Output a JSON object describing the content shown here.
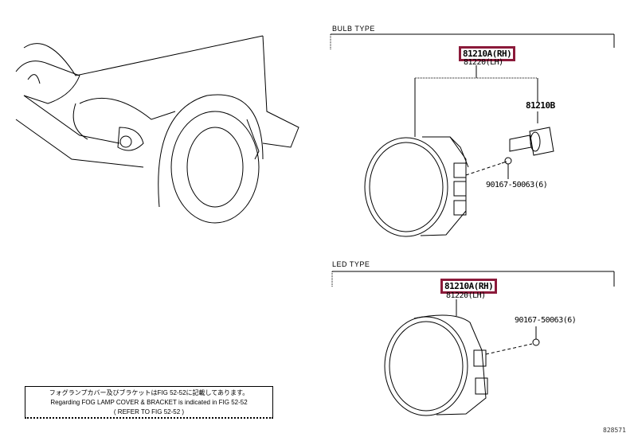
{
  "bulb_section": {
    "title": "BULB TYPE",
    "part_rh": "81210A(RH)",
    "part_lh": "81220(LH)",
    "bulb_part": "81210B",
    "screw_part": "90167-50063(6)"
  },
  "led_section": {
    "title": "LED TYPE",
    "part_rh": "81210A(RH)",
    "part_lh": "81220(LH)",
    "screw_part": "90167-50063(6)"
  },
  "note": {
    "line_jp": "フォグランプカバー及びブラケットはFIG 52-52に記載してあります。",
    "line_en": "Regarding FOG LAMP COVER & BRACKET is indicated in FIG 52-52",
    "line_ref": "( REFER TO FIG 52-52 )"
  },
  "diagram_id": "828571",
  "colors": {
    "highlight": "#8b1a3a"
  }
}
